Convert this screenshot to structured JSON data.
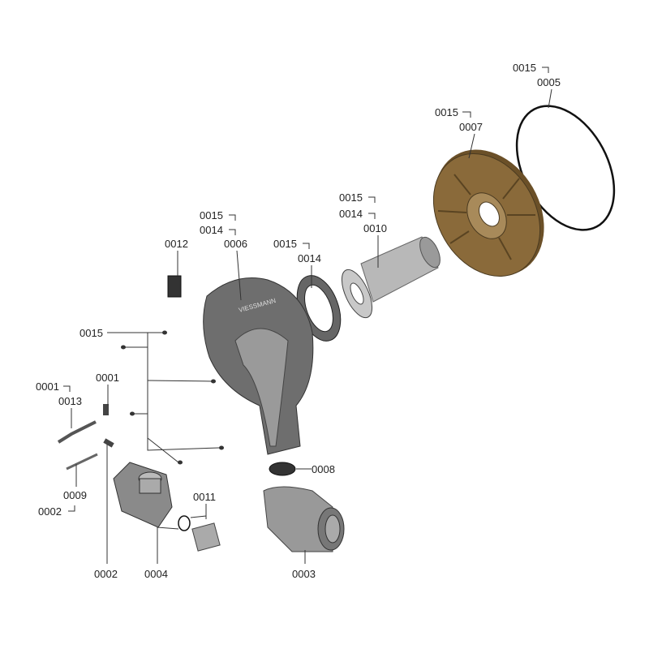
{
  "diagram": {
    "type": "exploded-parts-view",
    "callouts": [
      {
        "id": "c1",
        "text": "0015"
      },
      {
        "id": "c2",
        "text": "0005"
      },
      {
        "id": "c3",
        "text": "0015"
      },
      {
        "id": "c4",
        "text": "0007"
      },
      {
        "id": "c5",
        "text": "0015"
      },
      {
        "id": "c6",
        "text": "0014"
      },
      {
        "id": "c7",
        "text": "0010"
      },
      {
        "id": "c8",
        "text": "0015"
      },
      {
        "id": "c9",
        "text": "0014"
      },
      {
        "id": "c10",
        "text": "0006"
      },
      {
        "id": "c11",
        "text": "0015"
      },
      {
        "id": "c12",
        "text": "0014"
      },
      {
        "id": "c13",
        "text": "0012"
      },
      {
        "id": "c14",
        "text": "0015"
      },
      {
        "id": "c15",
        "text": "0001"
      },
      {
        "id": "c16",
        "text": "0013"
      },
      {
        "id": "c17",
        "text": "0001"
      },
      {
        "id": "c18",
        "text": "0009"
      },
      {
        "id": "c19",
        "text": "0002"
      },
      {
        "id": "c20",
        "text": "0011"
      },
      {
        "id": "c21",
        "text": "0008"
      },
      {
        "id": "c22",
        "text": "0002"
      },
      {
        "id": "c23",
        "text": "0004"
      },
      {
        "id": "c24",
        "text": "0003"
      }
    ],
    "colors": {
      "housing": "#6e6e6e",
      "disk": "#8a6a3a",
      "tube": "#b8b8b8",
      "line": "#333333"
    }
  }
}
